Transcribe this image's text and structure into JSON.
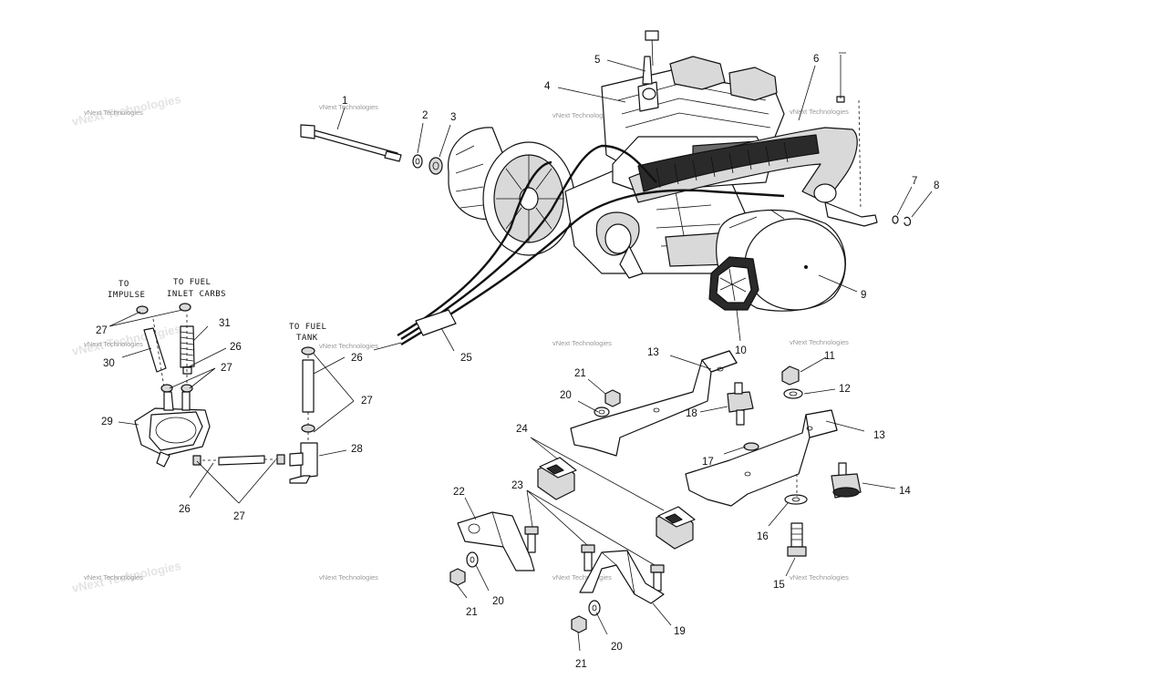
{
  "watermark": "vNext Technologies",
  "notes": {
    "to_impulse_line1": "TO",
    "to_impulse_line2": "IMPULSE",
    "to_fuel_inlet_line1": "TO FUEL",
    "to_fuel_inlet_line2": "INLET CARBS",
    "to_fuel_tank_line1": "TO FUEL",
    "to_fuel_tank_line2": "TANK"
  },
  "callouts": {
    "c1": "1",
    "c2": "2",
    "c3": "3",
    "c4": "4",
    "c5": "5",
    "c6": "6",
    "c7": "7",
    "c8": "8",
    "c9": "9",
    "c10": "10",
    "c11": "11",
    "c12": "12",
    "c13a": "13",
    "c13b": "13",
    "c14": "14",
    "c15": "15",
    "c16": "16",
    "c17": "17",
    "c18": "18",
    "c19": "19",
    "c20a": "20",
    "c20b": "20",
    "c20c": "20",
    "c21a": "21",
    "c21b": "21",
    "c21c": "21",
    "c22": "22",
    "c23": "23",
    "c24": "24",
    "c25": "25",
    "c26a": "26",
    "c26b": "26",
    "c26c": "26",
    "c27a": "27",
    "c27b": "27",
    "c27c": "27",
    "c27d": "27",
    "c29": "29",
    "c30": "30",
    "c31": "31",
    "c28": "28"
  }
}
